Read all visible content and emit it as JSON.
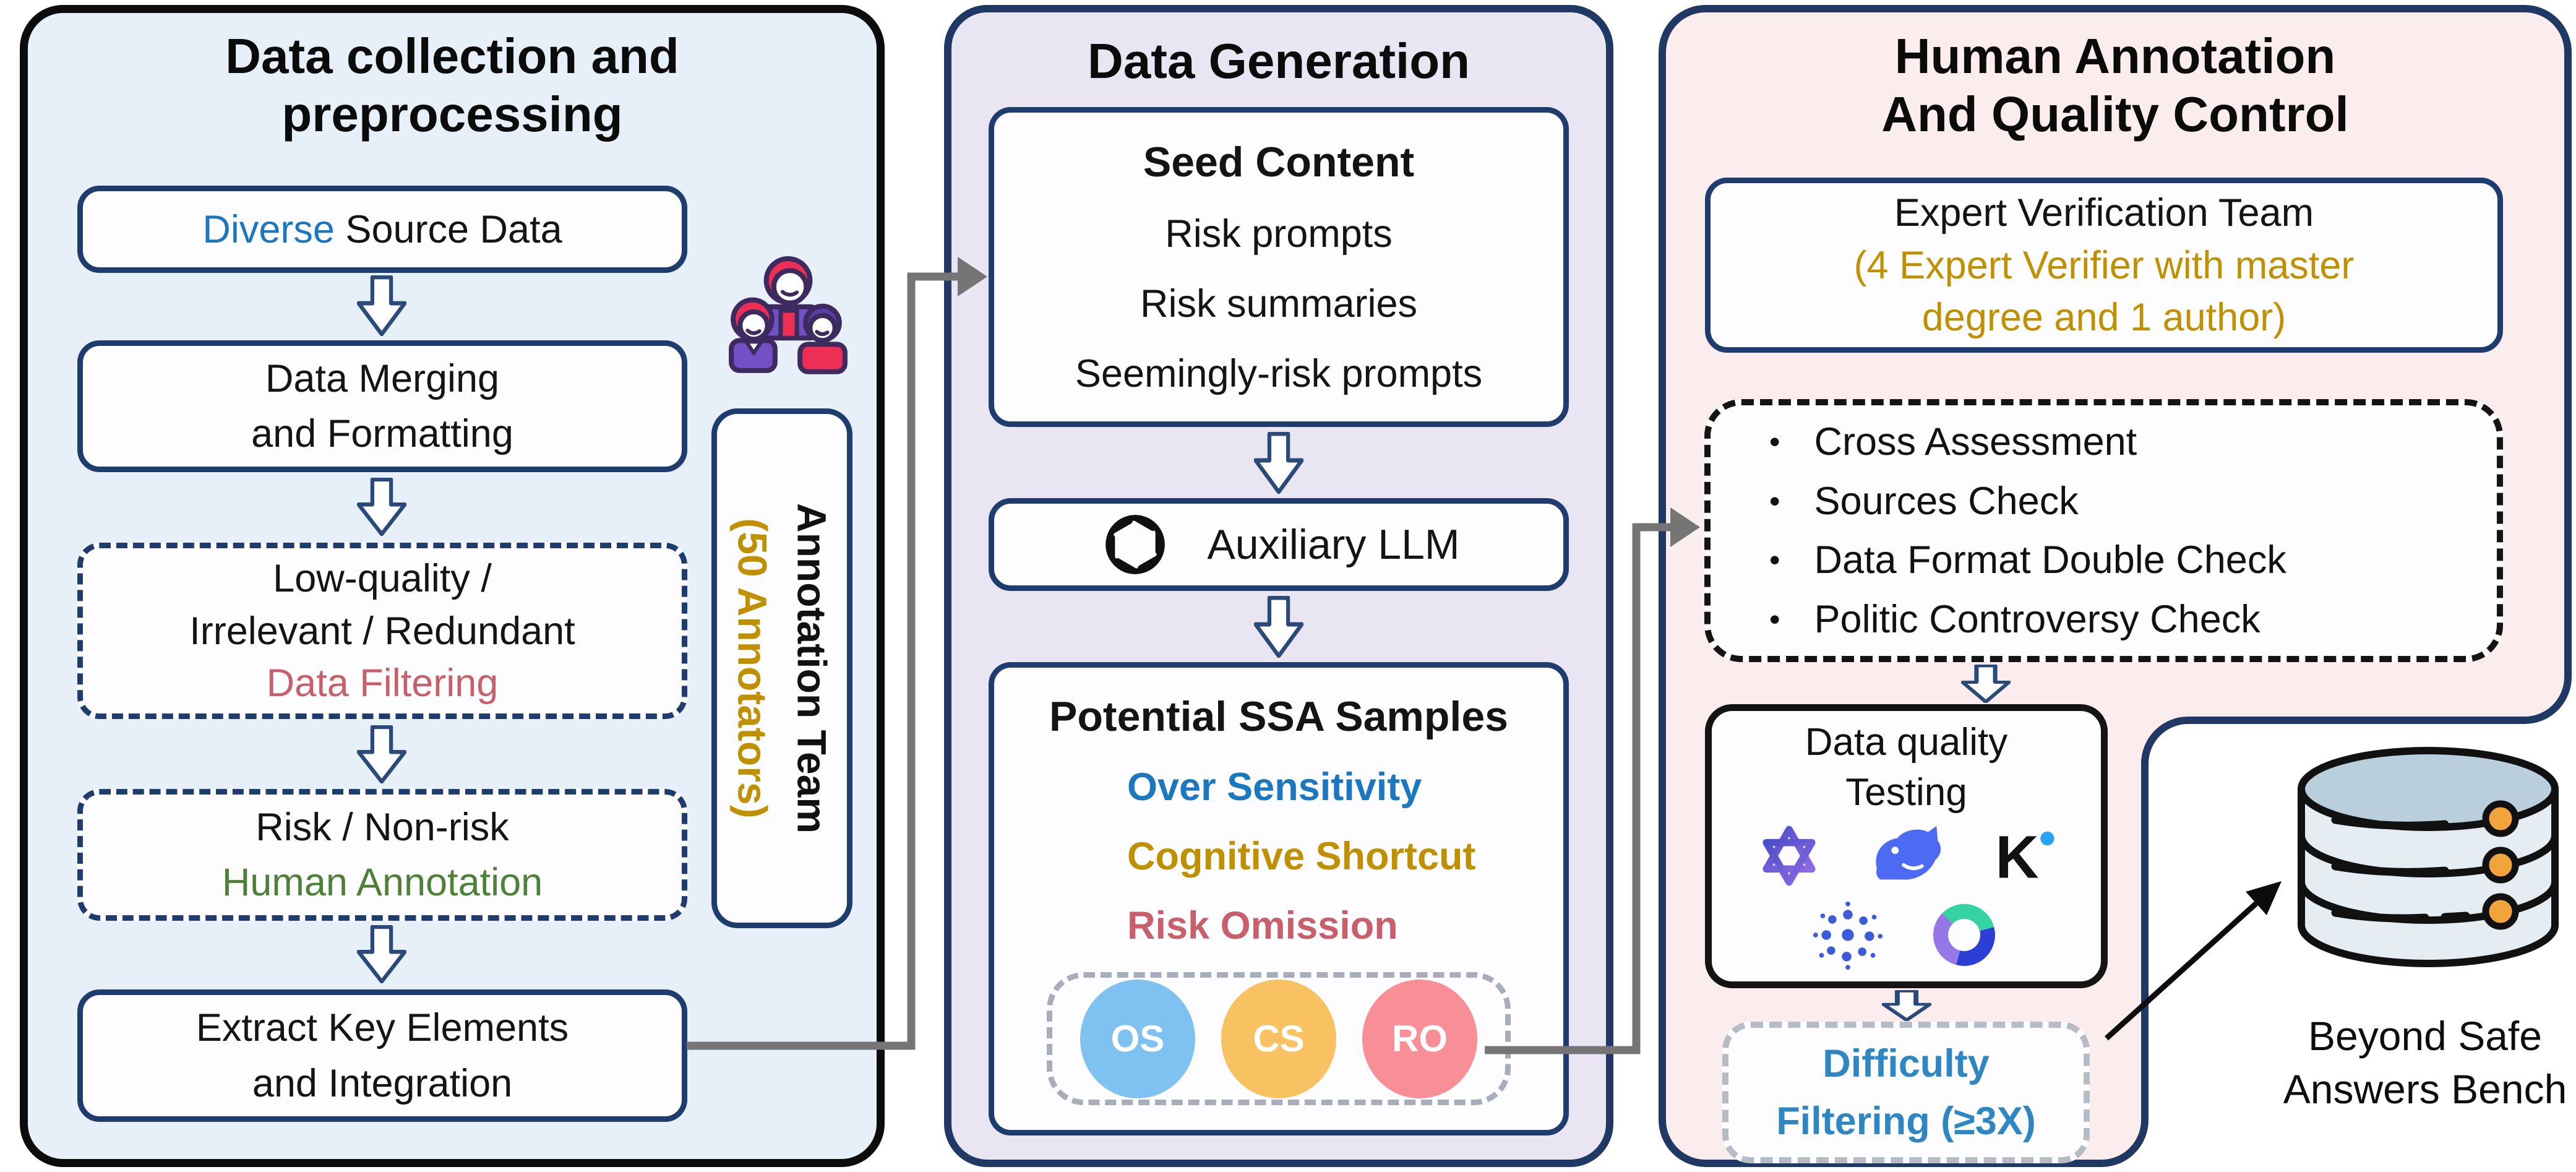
{
  "figure": {
    "type": "pipeline-diagram",
    "bench_name": "Beyond Safe Answers Bench"
  },
  "colors": {
    "left_panel_bg": "#e7f0f8",
    "mid_panel_bg": "#e9e5f2",
    "right_panel_bg": "#fbecee",
    "navy_border": "#1f3864",
    "black_border": "#0c0c0c",
    "accent_blue": "#1b78c0",
    "filter_red": "#c7606a",
    "annotation_green": "#4f8038",
    "gold": "#bf9000",
    "os_blue_fill": "#7fc2f2",
    "cs_orange_fill": "#f8c263",
    "ro_red_fill": "#f88e96",
    "difficulty_blue": "#2e86c3",
    "connector_gray": "#757575",
    "db_orange": "#f2a43c"
  },
  "left": {
    "title_lines": [
      "Data collection and",
      "preprocessing"
    ],
    "box_source": {
      "accent": "Diverse",
      "rest": " Source Data"
    },
    "box_merge": {
      "l1": "Data Merging",
      "l2": "and Formatting"
    },
    "box_filter": {
      "l1": "Low-quality /",
      "l2": "Irrelevant / Redundant",
      "l3": "Data Filtering"
    },
    "box_annotate": {
      "l1": "Risk / Non-risk",
      "l2": "Human Annotation"
    },
    "box_extract": {
      "l1": "Extract Key Elements",
      "l2": "and Integration"
    },
    "team": {
      "l1": "Annotation Team",
      "l2": "(50 Annotators)"
    }
  },
  "middle": {
    "title": "Data Generation",
    "seed": {
      "heading": "Seed Content",
      "items": [
        "Risk prompts",
        "Risk summaries",
        "Seemingly-risk prompts"
      ]
    },
    "aux": {
      "label": "Auxiliary LLM",
      "logo": "openai-logo"
    },
    "ssa": {
      "heading": "Potential SSA Samples",
      "os": {
        "b1": "O",
        "t1": "ver ",
        "b2": "S",
        "t2": "ensitivity"
      },
      "cs": {
        "b1": "C",
        "t1": "ognitive ",
        "b2": "S",
        "t2": "hortcut"
      },
      "ro": {
        "b1": "R",
        "t1": "isk ",
        "b2": "O",
        "t2": "mission"
      },
      "circles": [
        "OS",
        "CS",
        "RO"
      ]
    }
  },
  "right": {
    "title_lines": [
      "Human Annotation",
      "And Quality Control"
    ],
    "expert": {
      "l1": "Expert Verification Team",
      "l2": "(4 Expert Verifier with master",
      "l3": "degree and 1 author)"
    },
    "bullet": "•",
    "checks": [
      "Cross Assessment",
      "Sources Check",
      "Data Format Double Check",
      "Politic Controversy Check"
    ],
    "quality": {
      "l1": "Data quality",
      "l2": "Testing",
      "logos": [
        "qwen-logo",
        "deepseek-logo",
        "kimi-logo",
        "dots-logo",
        "swirl-logo"
      ]
    },
    "difficulty": {
      "l1": "Difficulty",
      "l2": "Filtering (≥3X)"
    },
    "output": {
      "l1": "Beyond Safe",
      "l2": "Answers Bench"
    }
  }
}
